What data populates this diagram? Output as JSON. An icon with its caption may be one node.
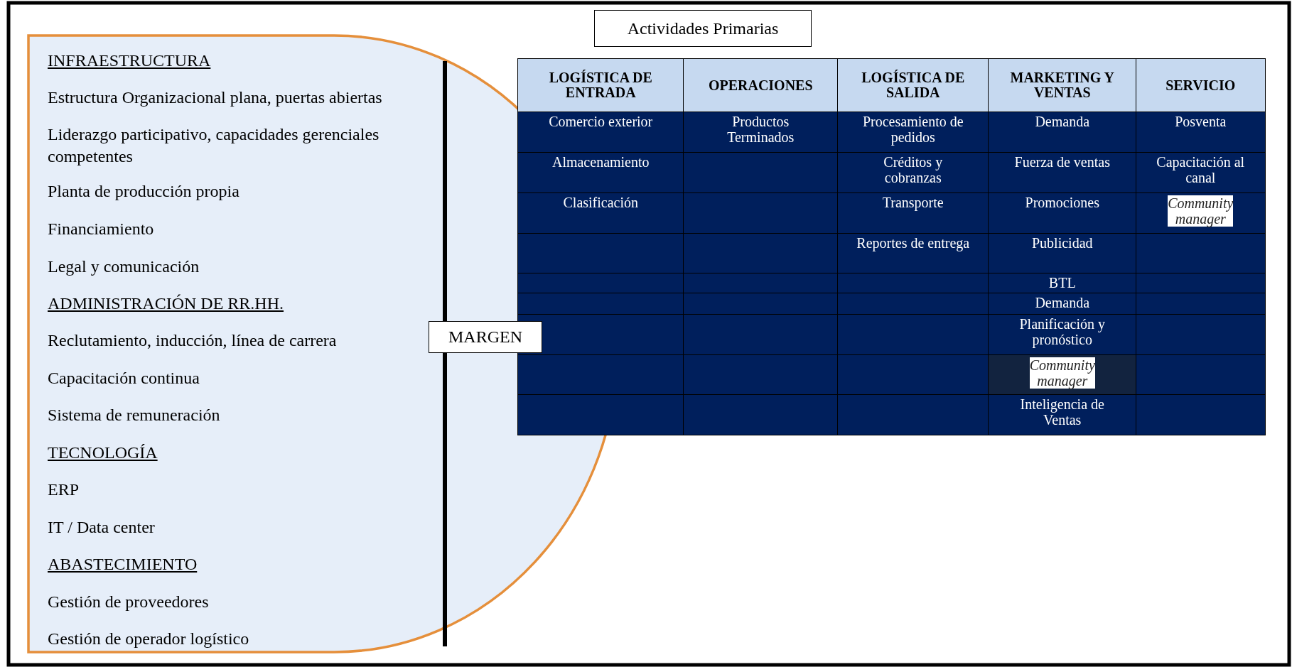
{
  "diagram": {
    "nodes": [
      {
        "text": [
          "Actividades Primarias"
        ]
      },
      {
        "text": [
          "INFRAESTRUCTURA",
          "Estructura Organizacional plana, puertas abiertas",
          "Liderazgo participativo, capacidades gerenciales competentes",
          "Planta de producción propia",
          "Financiamiento",
          "Legal y comunicación",
          "ADMINISTRACIÓN DE RR.HH.",
          "Reclutamiento, inducción, línea de carrera",
          "Capacitación continua",
          "Sistema de remuneración",
          "TECNOLOGÍA",
          "ERP",
          "IT / Data center",
          "ABASTECIMIENTO",
          "Gestión de proveedores",
          "Gestión de operador logístico"
        ]
      },
      {
        "text": [
          "MARGEN"
        ],
        "in": 1
      }
    ],
    "labels": [
      "LOGÍSTICA DE ENTRADA",
      "OPERACIONES",
      "LOGÍSTICA DE SALIDA",
      "MARKETING Y VENTAS",
      "SERVICIO",
      "Comercio exterior",
      "Productos Terminados",
      "Procesamiento de pedidos",
      "Demanda",
      "Posventa",
      "Almacenamiento",
      "Créditos y cobranzas",
      "Fuerza de ventas",
      "Capacitación al canal",
      "Clasificación",
      "Transporte",
      "Promociones",
      "Community manager",
      "Reportes de entrega",
      "Publicidad",
      "BTL",
      "Demanda",
      "Planificación y pronóstico",
      "Community manager",
      "Inteligencia de Ventas"
    ]
  }
}
